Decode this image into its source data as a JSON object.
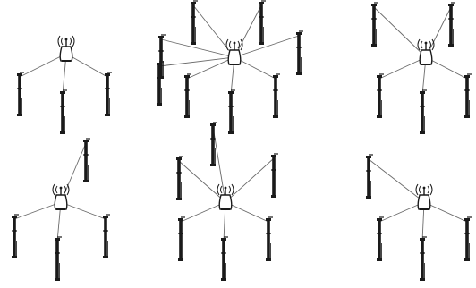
{
  "figure": {
    "panels": [
      {
        "id": "panel-1",
        "stations": 3
      },
      {
        "id": "panel-2",
        "stations": 8
      },
      {
        "id": "panel-3",
        "stations": 5
      },
      {
        "id": "panel-4",
        "stations": 4
      },
      {
        "id": "panel-5",
        "stations": 6
      },
      {
        "id": "panel-6",
        "stations": 4
      }
    ],
    "icons": {
      "access_point": "wireless-access-point-icon",
      "station": "post-station-icon"
    },
    "colors": {
      "stroke": "#1a1a1a",
      "link": "#6a6a6a",
      "fill": "#ffffff",
      "background": "#ffffff"
    }
  }
}
